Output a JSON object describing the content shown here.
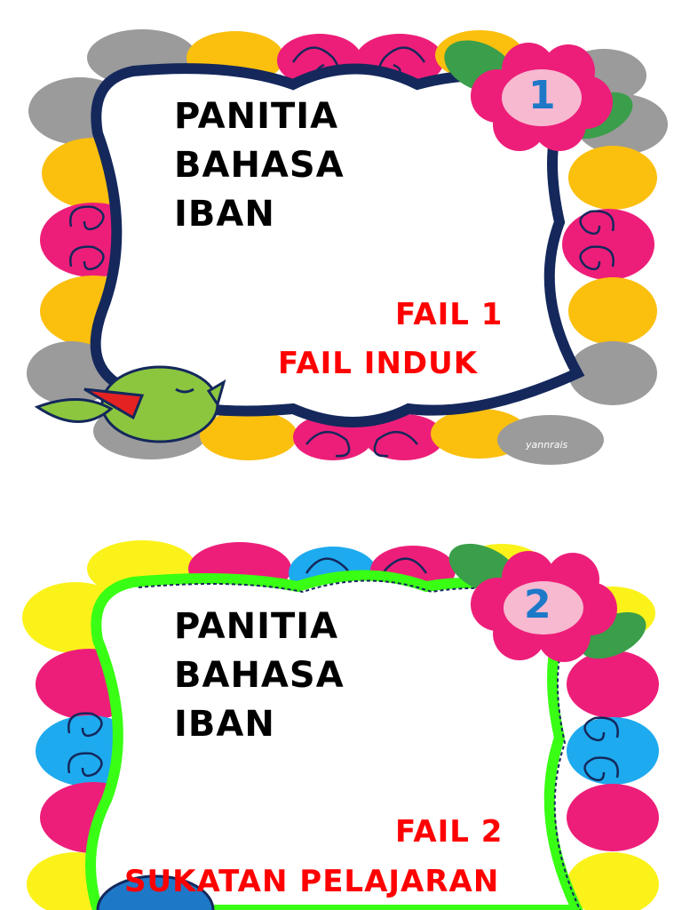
{
  "colors": {
    "gray": "#9b9b9b",
    "yellow": "#fbbf0e",
    "pink": "#ed1e79",
    "navy": "#14285c",
    "green_frame": "#39ff14",
    "blue": "#1eaaee",
    "lime_bird": "#8cc63f",
    "red_text": "#ff0000",
    "leaf": "#3a9e4a"
  },
  "cards": [
    {
      "badge_number": "1",
      "title_lines": [
        "PANITIA",
        "BAHASA",
        "IBAN"
      ],
      "file_label": "FAIL 1",
      "file_name": "FAIL INDUK",
      "signature": "yannrais"
    },
    {
      "badge_number": "2",
      "title_lines": [
        "PANITIA",
        "BAHASA",
        "IBAN"
      ],
      "file_label": "FAIL 2",
      "file_name": "SUKATAN PELAJARAN"
    }
  ]
}
